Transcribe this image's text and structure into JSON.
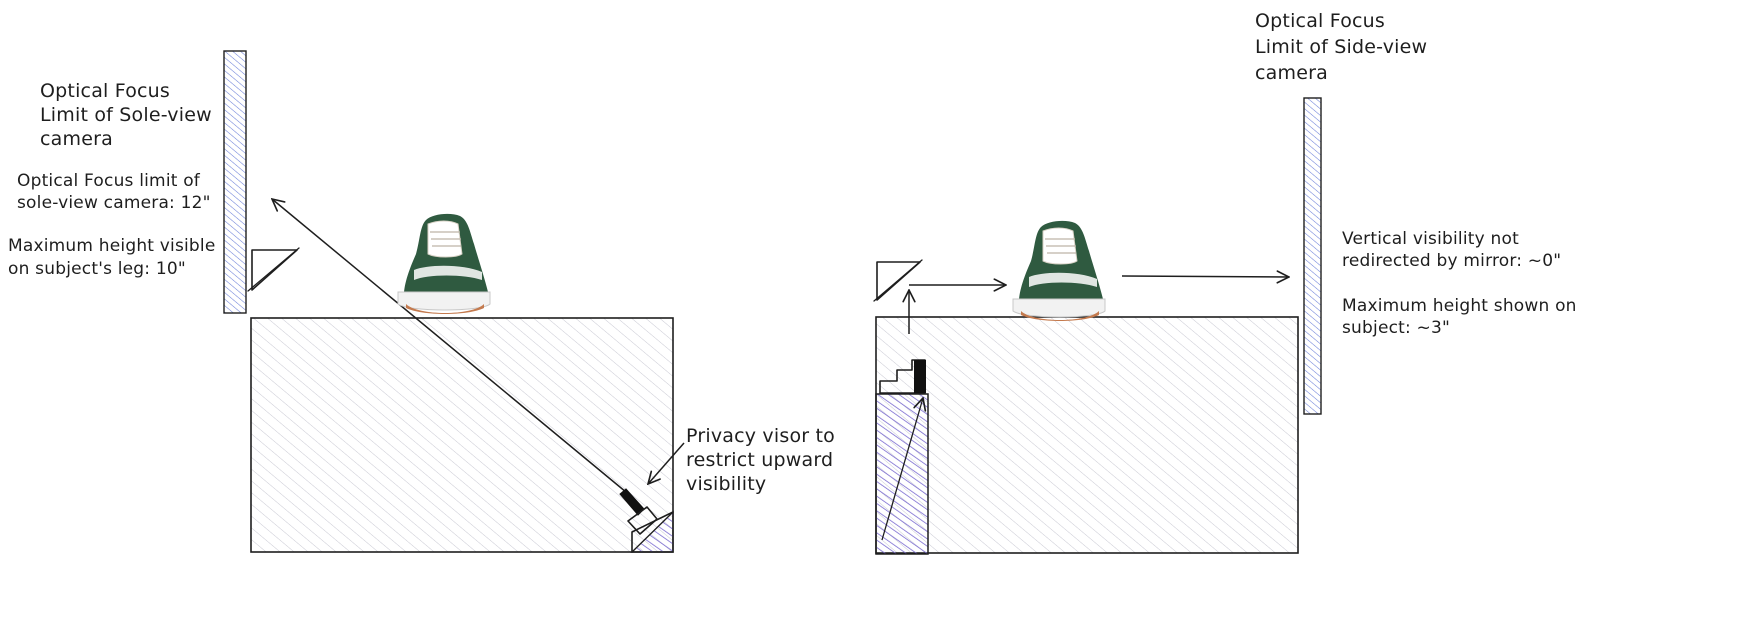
{
  "left_diagram": {
    "sole_camera_limit_title": [
      "Optical Focus",
      "Limit of Sole-view",
      "camera"
    ],
    "focus_limit_note": [
      "Optical Focus limit of",
      "sole-view camera: 12\""
    ],
    "max_height_note": [
      "Maximum height visible",
      "on subject's leg: 10\""
    ],
    "privacy_visor_note": [
      "Privacy visor to",
      "restrict upward",
      "visibility"
    ]
  },
  "right_diagram": {
    "side_camera_limit_title": [
      "Optical Focus",
      "Limit of Side-view",
      "camera"
    ],
    "vertical_visibility_note": [
      "Vertical visibility not",
      "redirected by mirror: ~0\""
    ],
    "max_height_shown_note": [
      "Maximum height shown on",
      "subject: ~3\""
    ]
  },
  "colors": {
    "ink": "#1e1e1e",
    "hatch_gray": "#c9c9d3",
    "limit_blue": "#6b7fd8",
    "mirror_purple": "#7a6bd0",
    "shoe_green": "#2f5a40",
    "shoe_sole": "#f2f2f2",
    "shoe_inner": "#c47a4e"
  },
  "icons": [
    "sneaker-image",
    "camera-block-icon",
    "mirror-icon",
    "visor-icon"
  ]
}
